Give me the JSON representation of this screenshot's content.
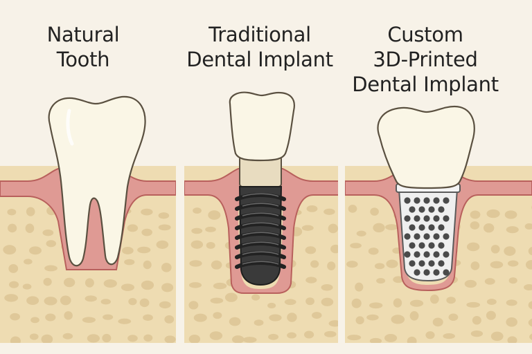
{
  "panels": [
    {
      "id": "natural",
      "title_lines": [
        "Natural",
        "Tooth"
      ]
    },
    {
      "id": "traditional",
      "title_lines": [
        "Traditional",
        "Dental Implant"
      ]
    },
    {
      "id": "custom",
      "title_lines": [
        "Custom",
        "3D-Printed",
        "Dental Implant"
      ]
    }
  ],
  "colors": {
    "background": "#f7f2e8",
    "bone": "#eedcb2",
    "bone_spot": "#dfc899",
    "gum": "#df9a94",
    "gum_outline": "#b8605c",
    "tooth": "#faf6e6",
    "outline": "#5a5040",
    "screw": "#3a3a3a",
    "abutment": "#e8dcc0",
    "lattice": "#efefef"
  }
}
